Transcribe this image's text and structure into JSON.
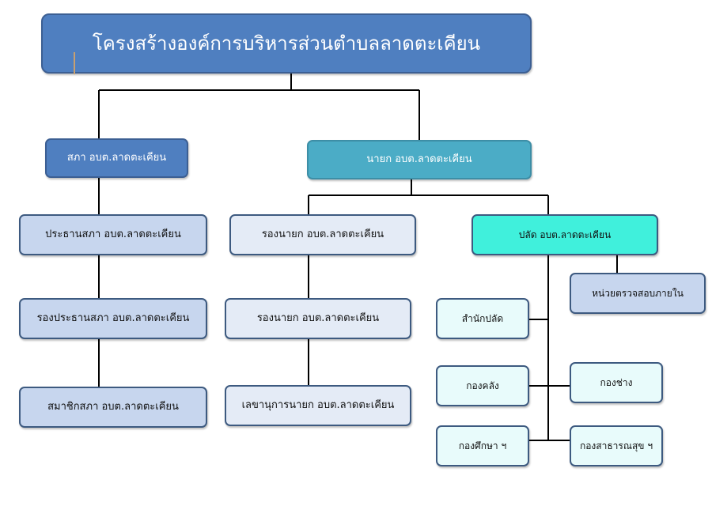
{
  "title": "โครงสร้างองค์การบริหารส่วนตำบลลาดตะเคียน",
  "council": {
    "head": "สภา อบต.ลาดตะเคียน",
    "items": [
      "ประธานสภา อบต.ลาดตะเคียน",
      "รองประธานสภา อบต.ลาดตะเคียน",
      "สมาชิกสภา อบต.ลาดตะเคียน"
    ]
  },
  "mayor": {
    "head": "นายก อบต.ลาดตะเคียน",
    "items": [
      "รองนายก อบต.ลาดตะเคียน",
      "รองนายก อบต.ลาดตะเคียน",
      "เลขานุการนายก อบต.ลาดตะเคียน"
    ]
  },
  "clerk": {
    "head": "ปลัด อบต.ลาดตะเคียน",
    "audit": "หน่วยตรวจสอบภายใน",
    "divisions": [
      "สำนักปลัด",
      "กองคลัง",
      "กองช่าง",
      "กองศึกษา ฯ",
      "กองสาธารณสุข ฯ"
    ]
  },
  "colors": {
    "title_fill": "#4f7fc0",
    "council_fill": "#4f7fc0",
    "mayor_fill": "#4bacc6",
    "clerk_fill": "#40f0dc",
    "council_items_fill": "#c7d6ee",
    "mayor_items_fill": "#e4ebf6",
    "division_fill": "#e8fbfb",
    "border": "#3d5a80",
    "connector": "#000000"
  }
}
